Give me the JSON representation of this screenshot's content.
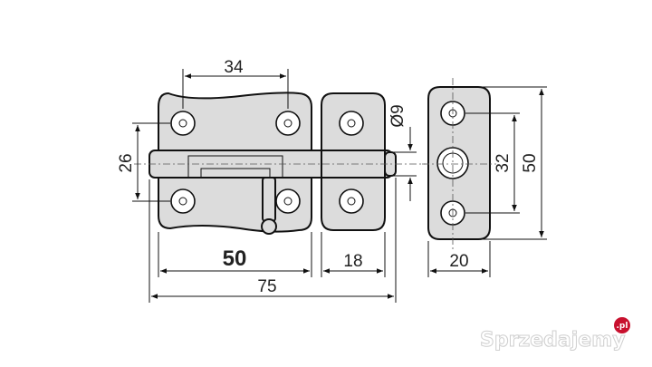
{
  "dimensions": {
    "top_hole_spacing": "34",
    "height_left": "26",
    "bolt_travel": "50",
    "keeper_width": "18",
    "overall_length": "75",
    "pin_diameter": "Ø9",
    "keeper_hole_spacing": "32",
    "keeper_height": "50",
    "keeper_depth": "20"
  },
  "watermark": {
    "text": "Sprzedajemy",
    "suffix": ".pl"
  },
  "colors": {
    "part_fill": "#dcdcdc",
    "line": "#111111",
    "watermark_badge": "#c8102e"
  }
}
